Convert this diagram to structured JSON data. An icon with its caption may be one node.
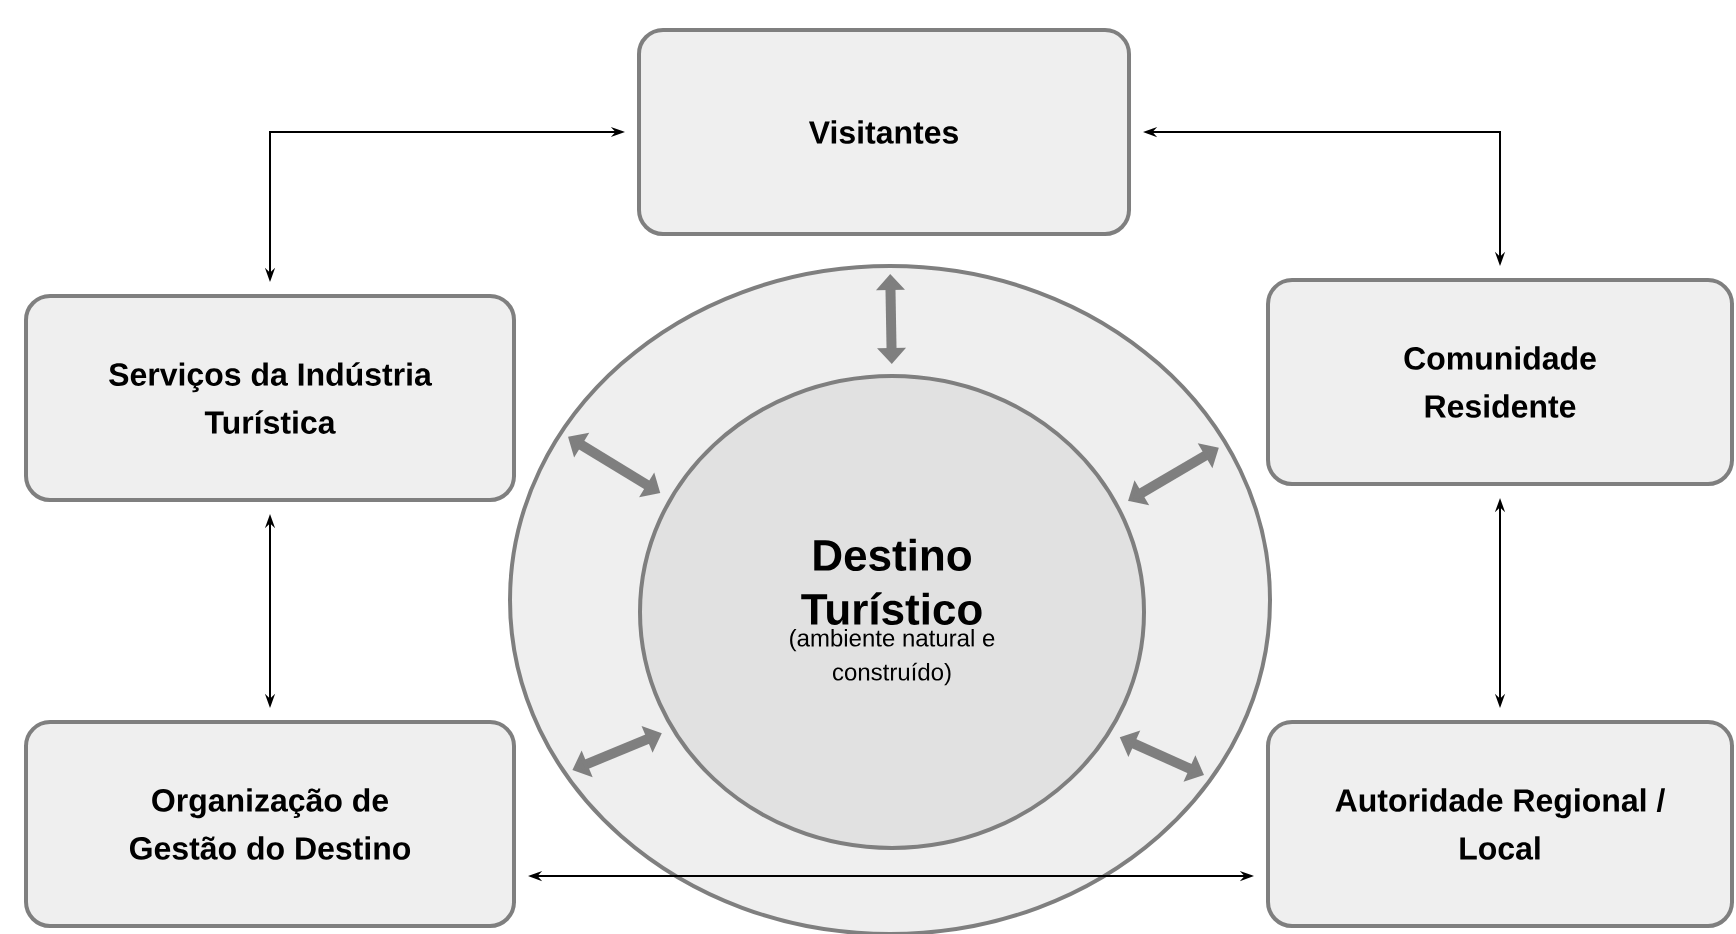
{
  "diagram": {
    "nodes": [
      {
        "text": [
          "Visitantes"
        ]
      },
      {
        "text": [
          "Serviços da Indústria Turística"
        ]
      },
      {
        "text": [
          "Comunidade Residente"
        ]
      },
      {
        "text": [],
        "shape": "circle"
      },
      {
        "text": [
          "Destino Turístico",
          "(ambiente natural e construído)"
        ],
        "in": 3
      },
      {
        "text": [
          "Organização de Gestão do Destino"
        ]
      },
      {
        "text": [
          "Autoridade Regional / Local"
        ]
      }
    ],
    "edges": [
      {
        "from": 1,
        "to": 0,
        "arrow": "both"
      },
      {
        "from": 0,
        "to": 2,
        "arrow": "both"
      },
      {
        "from": 1,
        "to": 5,
        "arrow": "both"
      },
      {
        "from": 2,
        "to": 6,
        "arrow": "both"
      },
      {
        "from": 5,
        "to": 6,
        "arrow": "both"
      },
      {
        "from": 4,
        "to": 3,
        "arrow": "both",
        "style": "thick",
        "color": "#7f7f7f"
      },
      {
        "from": 4,
        "to": 3,
        "arrow": "both",
        "style": "thick",
        "color": "#7f7f7f"
      },
      {
        "from": 4,
        "to": 3,
        "arrow": "both",
        "style": "thick",
        "color": "#7f7f7f"
      },
      {
        "from": 4,
        "to": 3,
        "arrow": "both",
        "style": "thick",
        "color": "#7f7f7f"
      },
      {
        "from": 4,
        "to": 3,
        "arrow": "both",
        "style": "thick",
        "color": "#7f7f7f"
      }
    ]
  }
}
